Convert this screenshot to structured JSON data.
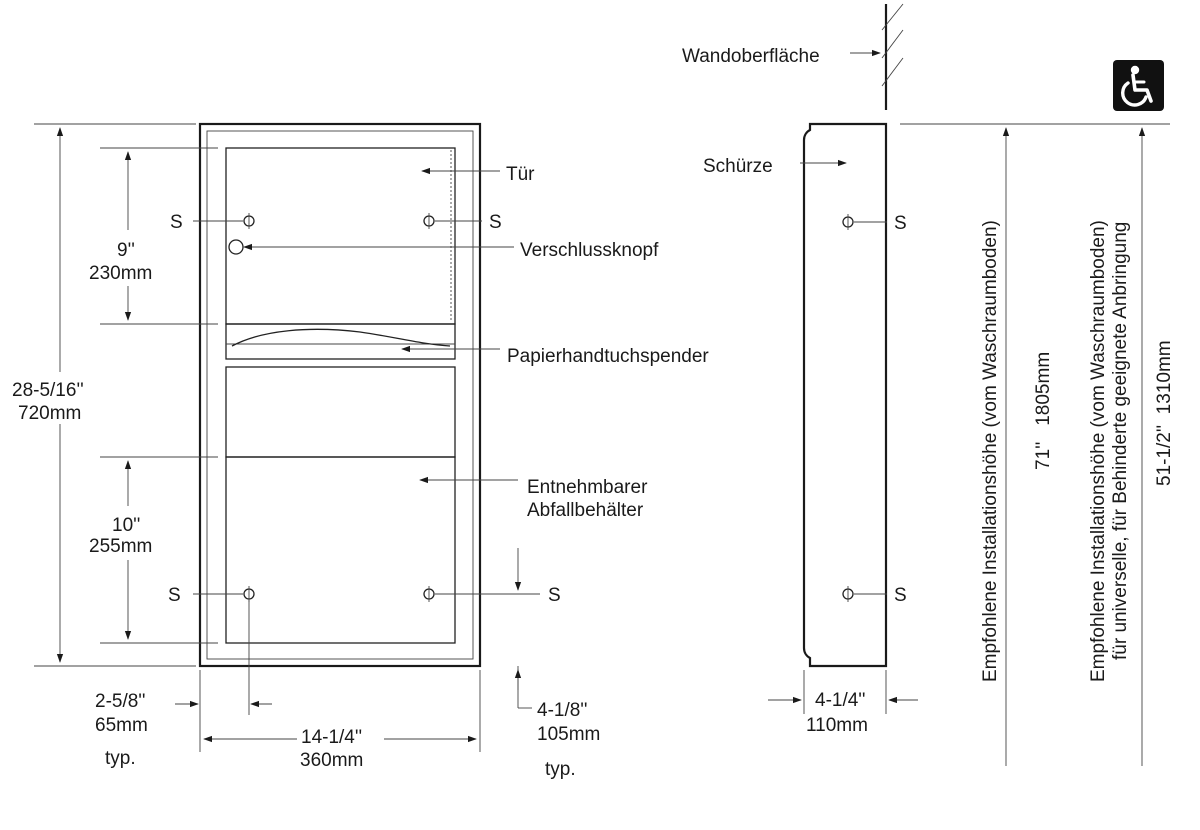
{
  "labels": {
    "wall_surface": "Wandoberfläche",
    "apron": "Schürze",
    "door": "Tür",
    "lock_knob": "Verschlussknopf",
    "towel_dispenser": "Papierhandtuchspender",
    "waste_line1": "Entnehmbarer",
    "waste_line2": "Abfallbehälter",
    "screw": "S"
  },
  "dimensions": {
    "height_total": {
      "inch": "28-5/16''",
      "mm": "720mm"
    },
    "upper_spacing": {
      "inch": "9''",
      "mm": "230mm"
    },
    "lower_spacing": {
      "inch": "10''",
      "mm": "255mm"
    },
    "left_offset": {
      "inch": "2-5/8''",
      "mm": "65mm",
      "note": "typ."
    },
    "width": {
      "inch": "14-1/4''",
      "mm": "360mm"
    },
    "right_offset": {
      "inch": "4-1/8''",
      "mm": "105mm",
      "note": "typ."
    },
    "depth": {
      "inch": "4-1/4''",
      "mm": "110mm"
    }
  },
  "heights": {
    "standard": {
      "label": "Empfohlene Installationshöhe (vom Waschraumboden)",
      "value": "71''   1805mm"
    },
    "accessible": {
      "label_line1": "Empfohlene Installationshöhe (vom Waschraumboden)",
      "label_line2": "für universelle, für Behinderte geeignete Anbringung",
      "value": "51-1/2''  1310mm"
    }
  },
  "icons": {
    "accessibility": "wheelchair-icon"
  }
}
